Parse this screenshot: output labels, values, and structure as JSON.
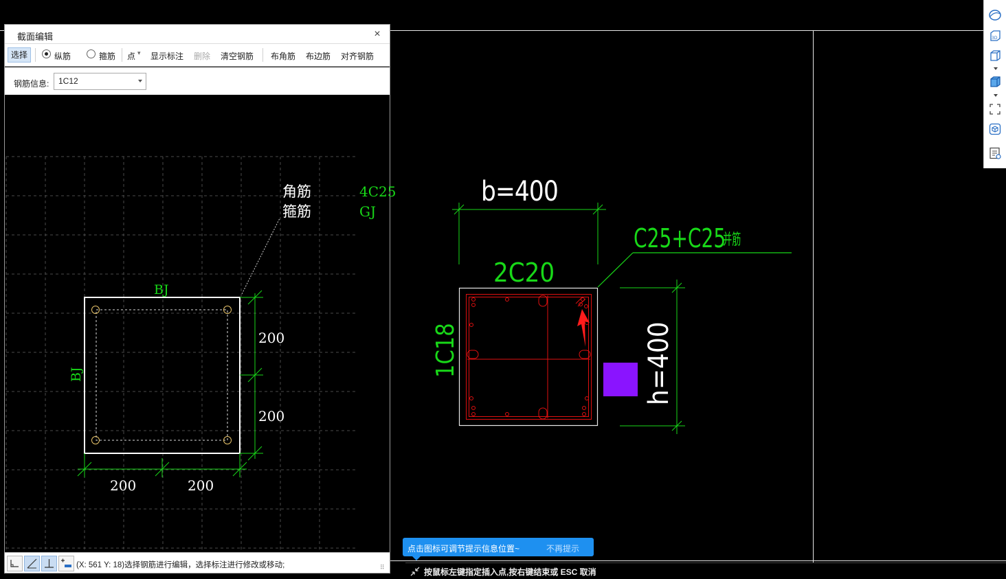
{
  "dialog": {
    "title": "截面编辑",
    "close_glyph": "×",
    "toolbar": {
      "select": "选择",
      "longitudinal": "纵筋",
      "stirrup": "箍筋",
      "point": "点",
      "point_caret": "▾",
      "show_label": "显示标注",
      "delete": "删除",
      "clear_rebar": "清空钢筋",
      "corner_rebar": "布角筋",
      "edge_rebar": "布边筋",
      "align_rebar": "对齐钢筋"
    },
    "rebar_info_label": "钢筋信息:",
    "rebar_info_value": "1C12",
    "section": {
      "callout_corner": "角筋",
      "callout_stirrup": "箍筋",
      "corner_spec": "4C25",
      "stirrup_spec": "GJ",
      "top_label": "BJ",
      "left_label": "BJ",
      "dim_right_top": "200",
      "dim_right_bottom": "200",
      "dim_bottom_left": "200",
      "dim_bottom_right": "200"
    },
    "status_text": "(X: 561 Y: 18)选择钢筋进行编辑，选择标注进行修改或移动;",
    "grip": "⠿"
  },
  "drawing": {
    "b_label": "b=400",
    "top_rebar": "2C20",
    "corner_label": "C25+C25",
    "corner_suffix": "并筋",
    "left_rebar": "1C18",
    "h_label": "h=400"
  },
  "tip": {
    "message": "点击图标可调节提示信息位置~",
    "dismiss": "不再提示"
  },
  "command_prompt": "按鼠标左键指定插入点,按右键结束或 ESC 取消",
  "colors": {
    "cad_green": "#18d818",
    "rebar_red": "#e01010",
    "highlight_purple": "#8a14ff",
    "tip_blue": "#1e90f0"
  },
  "icons": [
    "layers-sphere-icon",
    "3d-view-icon",
    "cube-outline-icon",
    "cube-blue-icon",
    "fullscreen-icon",
    "box-check-icon",
    "properties-list-icon"
  ]
}
